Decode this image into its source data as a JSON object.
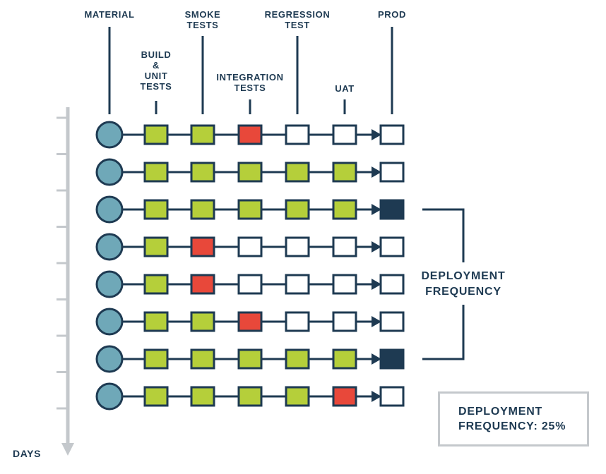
{
  "stages": [
    {
      "id": "material",
      "label_lines": [
        "MATERIAL"
      ]
    },
    {
      "id": "build",
      "label_lines": [
        "BUILD",
        "&",
        "UNIT",
        "TESTS"
      ]
    },
    {
      "id": "smoke",
      "label_lines": [
        "SMOKE",
        "TESTS"
      ]
    },
    {
      "id": "integration",
      "label_lines": [
        "INTEGRATION",
        "TESTS"
      ]
    },
    {
      "id": "regression",
      "label_lines": [
        "REGRESSION",
        "TEST"
      ]
    },
    {
      "id": "uat",
      "label_lines": [
        "UAT"
      ]
    },
    {
      "id": "prod",
      "label_lines": [
        "PROD"
      ]
    }
  ],
  "runs": [
    [
      "pass",
      "pass",
      "fail",
      "pending",
      "pending",
      "pending"
    ],
    [
      "pass",
      "pass",
      "pass",
      "pass",
      "pass",
      "pending"
    ],
    [
      "pass",
      "pass",
      "pass",
      "pass",
      "pass",
      "deployed"
    ],
    [
      "pass",
      "fail",
      "pending",
      "pending",
      "pending",
      "pending"
    ],
    [
      "pass",
      "fail",
      "pending",
      "pending",
      "pending",
      "pending"
    ],
    [
      "pass",
      "pass",
      "fail",
      "pending",
      "pending",
      "pending"
    ],
    [
      "pass",
      "pass",
      "pass",
      "pass",
      "pass",
      "deployed"
    ],
    [
      "pass",
      "pass",
      "pass",
      "pass",
      "fail",
      "pending"
    ]
  ],
  "status_colors": {
    "pass": "#b5cf3a",
    "fail": "#e8483a",
    "pending": "#ffffff",
    "deployed": "#1e3a52"
  },
  "colors": {
    "ink": "#1e3a52",
    "material": "#6fa8b8",
    "axis": "#c4c8cc"
  },
  "axis_label": "DAYS",
  "frequency_label_lines": [
    "DEPLOYMENT",
    "FREQUENCY"
  ],
  "summary_lines": [
    "DEPLOYMENT",
    "FREQUENCY: 25%"
  ]
}
